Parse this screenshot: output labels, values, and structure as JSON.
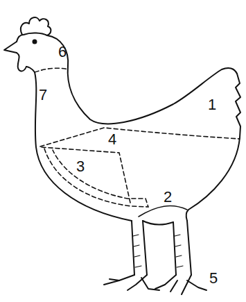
{
  "diagram": {
    "labels": [
      "6",
      "7",
      "4",
      "1",
      "3",
      "2",
      "5"
    ]
  }
}
